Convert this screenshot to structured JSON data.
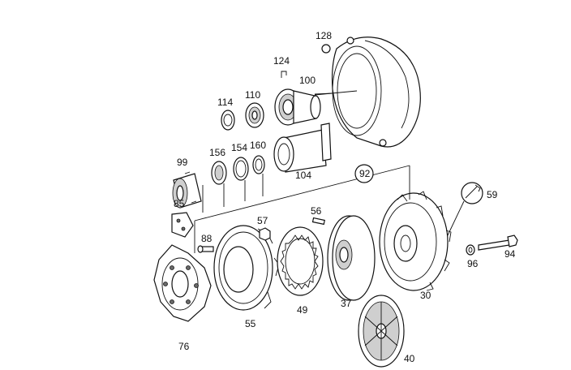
{
  "diagram": {
    "callouts": {
      "p128": "128",
      "p124": "124",
      "p100": "100",
      "p114": "114",
      "p110": "110",
      "p156": "156",
      "p154": "154",
      "p160": "160",
      "p104": "104",
      "p99": "99",
      "p92": "92",
      "p85": "85",
      "p59": "59",
      "p56": "56",
      "p57": "57",
      "p88": "88",
      "p96": "96",
      "p94": "94",
      "p30": "30",
      "p49": "49",
      "p37": "37",
      "p55": "55",
      "p76": "76",
      "p40": "40"
    }
  }
}
